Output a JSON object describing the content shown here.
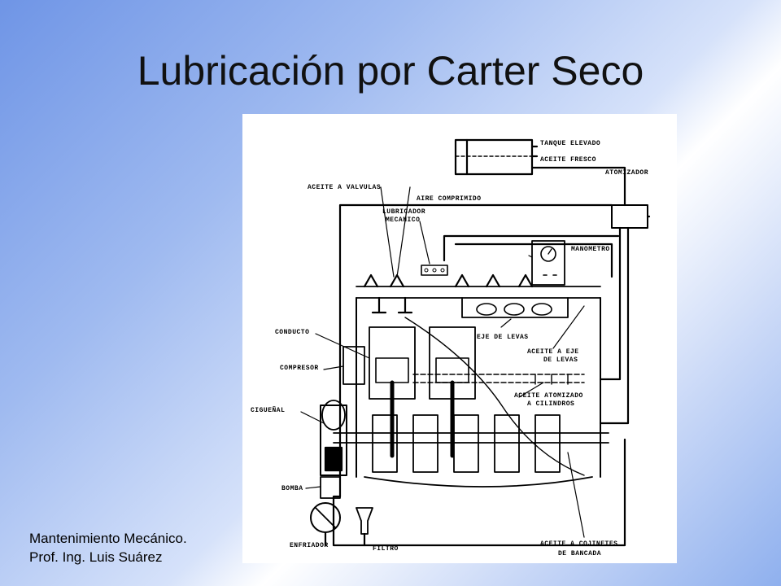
{
  "slide": {
    "title": "Lubricación por Carter Seco",
    "credits": [
      "Mantenimiento Mecánico.",
      "Prof. Ing. Luis Suárez"
    ]
  },
  "diagram": {
    "labels": {
      "tanque": "TANQUE ELEVADO",
      "aceite_fresco": "ACEITE FRESCO",
      "atomizador": "ATOMIZADOR",
      "aceite_valvulas": "ACEITE A VALVULAS",
      "aire": "AIRE COMPRIMIDO",
      "lubricador_1": "LUBRICADOR",
      "lubricador_2": "MECANICO",
      "manometro": "MANOMETRO",
      "eje_levas": "EJE DE LEVAS",
      "aceite_eje_1": "ACEITE A EJE",
      "aceite_eje_2": "DE LEVAS",
      "conducto": "CONDUCTO",
      "compresor": "COMPRESOR",
      "atomizado_1": "ACEITE ATOMIZADO",
      "atomizado_2": "A CILINDROS",
      "cigueñal": "CIGUEÑAL",
      "bomba": "BOMBA",
      "enfriador": "ENFRIADOR",
      "filtro": "FILTRO",
      "cojinetes_1": "ACEITE A COJINETES",
      "cojinetes_2": "DE BANCADA"
    }
  }
}
